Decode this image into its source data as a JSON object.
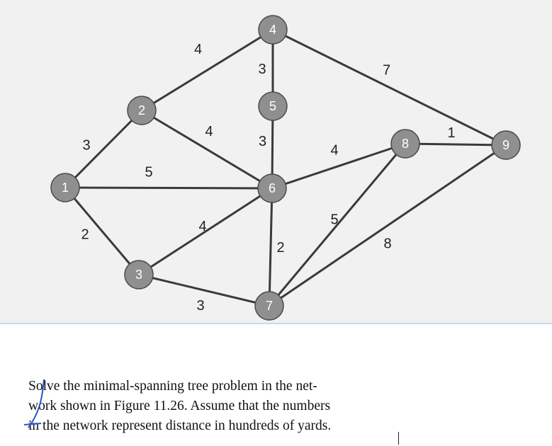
{
  "colors": {
    "node_fill": "#8f8f8f",
    "edge": "#3a3a3a",
    "pen": "#2a54c7"
  },
  "network": {
    "nodes": [
      {
        "id": "1",
        "label": "1"
      },
      {
        "id": "2",
        "label": "2"
      },
      {
        "id": "3",
        "label": "3"
      },
      {
        "id": "4",
        "label": "4"
      },
      {
        "id": "5",
        "label": "5"
      },
      {
        "id": "6",
        "label": "6"
      },
      {
        "id": "7",
        "label": "7"
      },
      {
        "id": "8",
        "label": "8"
      },
      {
        "id": "9",
        "label": "9"
      }
    ],
    "edges": [
      {
        "from": "1",
        "to": "2",
        "weight": "3"
      },
      {
        "from": "1",
        "to": "6",
        "weight": "5"
      },
      {
        "from": "1",
        "to": "3",
        "weight": "2"
      },
      {
        "from": "2",
        "to": "4",
        "weight": "4"
      },
      {
        "from": "2",
        "to": "6",
        "weight": "4"
      },
      {
        "from": "4",
        "to": "5",
        "weight": "3"
      },
      {
        "from": "4",
        "to": "9",
        "weight": "7"
      },
      {
        "from": "5",
        "to": "6",
        "weight": "3"
      },
      {
        "from": "6",
        "to": "8",
        "weight": "4"
      },
      {
        "from": "6",
        "to": "3",
        "weight": "4"
      },
      {
        "from": "6",
        "to": "7",
        "weight": "2"
      },
      {
        "from": "3",
        "to": "7",
        "weight": "3"
      },
      {
        "from": "8",
        "to": "7",
        "weight": "5"
      },
      {
        "from": "8",
        "to": "9",
        "weight": "1"
      },
      {
        "from": "9",
        "to": "7",
        "weight": "8"
      }
    ]
  },
  "question": {
    "line1": "Solve the minimal-spanning tree problem in the net-",
    "line2": "work shown in Figure 11.26. Assume that the numbers",
    "line3": "in the network represent distance in hundreds of yards."
  }
}
